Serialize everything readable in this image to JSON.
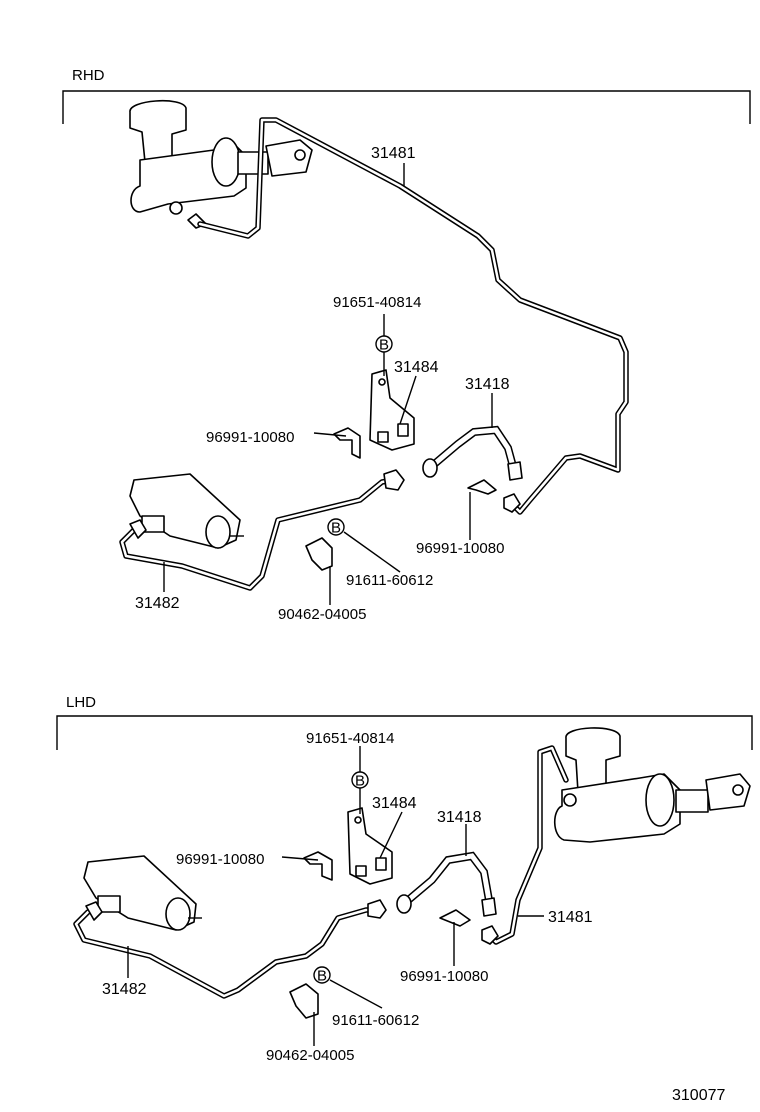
{
  "rhd": {
    "section_label": "RHD",
    "labels": {
      "p31481": "31481",
      "p91651": "91651-40814",
      "pB1": "B",
      "p31484": "31484",
      "p31418": "31418",
      "p96991a": "96991-10080",
      "p96991b": "96991-10080",
      "pB2": "B",
      "p91611": "91611-60612",
      "p90462": "90462-04005",
      "p31482": "31482"
    }
  },
  "lhd": {
    "section_label": "LHD",
    "labels": {
      "p91651": "91651-40814",
      "pB1": "B",
      "p31484": "31484",
      "p31418": "31418",
      "p96991a": "96991-10080",
      "p31481": "31481",
      "p96991b": "96991-10080",
      "pB2": "B",
      "p91611": "91611-60612",
      "p31482": "31482",
      "p90462": "90462-04005"
    }
  },
  "figure_number": "310077"
}
